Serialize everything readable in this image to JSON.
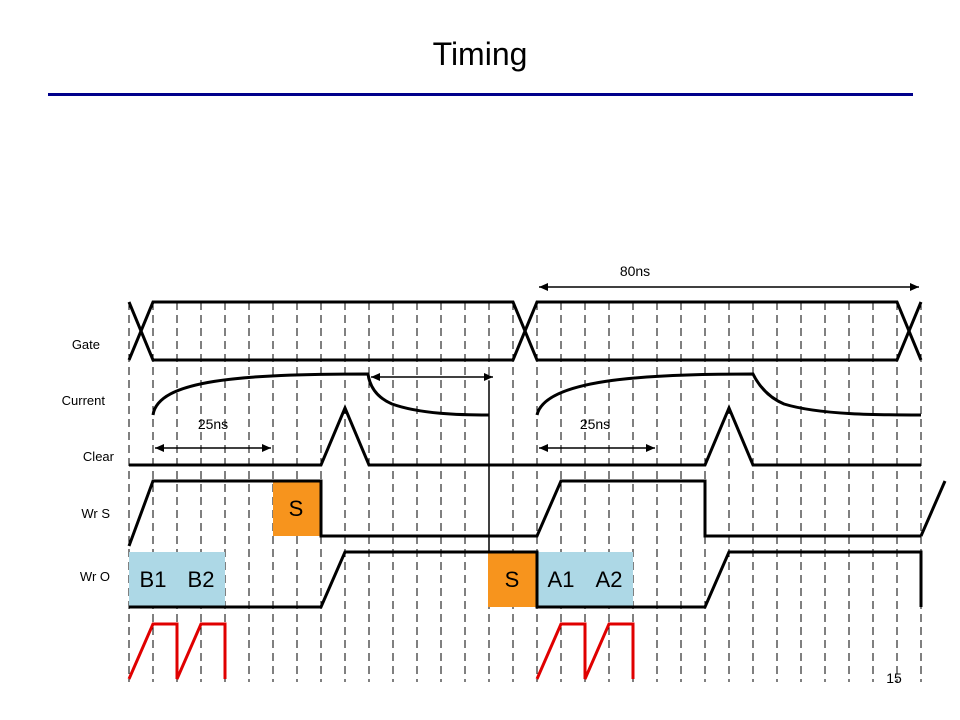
{
  "slide": {
    "title": "Timing",
    "page_number": "15"
  },
  "signals": [
    {
      "id": "gate",
      "label": "Gate"
    },
    {
      "id": "current",
      "label": "Current"
    },
    {
      "id": "clear",
      "label": "Clear"
    },
    {
      "id": "wrs",
      "label": "Wr S"
    },
    {
      "id": "wro",
      "label": "Wr O"
    }
  ],
  "annotations": {
    "period": "80ns",
    "pulse_left": "25ns",
    "pulse_right": "25ns"
  },
  "boxes": {
    "wrs_s": "S",
    "wro_b1": "B1",
    "wro_b2": "B2",
    "wro_s": "S",
    "wro_a1": "A1",
    "wro_a2": "A2"
  },
  "colors": {
    "title_rule": "#00008b",
    "orange_box": "#f7941d",
    "blue_box": "#add8e6",
    "red_ramp": "#e00000"
  }
}
